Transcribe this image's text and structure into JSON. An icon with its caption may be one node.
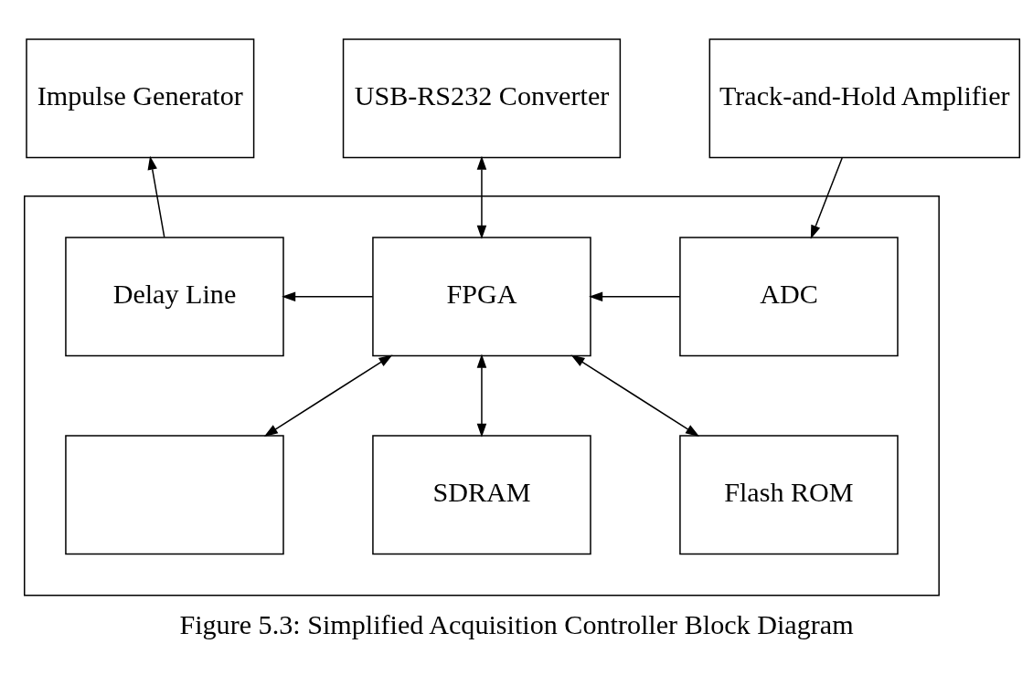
{
  "diagram": {
    "caption": "Figure 5.3: Simplified Acquisition Controller Block Diagram",
    "nodes": [
      {
        "text": [
          "Impulse Generator"
        ]
      },
      {
        "text": [
          "USB-RS232 Converter"
        ]
      },
      {
        "text": [
          "Track-and-Hold Amplifier"
        ]
      },
      {
        "text": [],
        "shape": "box"
      },
      {
        "text": [
          "Delay Line"
        ],
        "in": 3
      },
      {
        "text": [
          "FPGA"
        ],
        "in": 3
      },
      {
        "text": [
          "ADC"
        ],
        "in": 3
      },
      {
        "text": [],
        "shape": "box",
        "in": 3
      },
      {
        "text": [
          "SDRAM"
        ],
        "in": 3
      },
      {
        "text": [
          "Flash ROM"
        ],
        "in": 3
      }
    ],
    "edges": [
      {
        "from": 4,
        "to": 0,
        "arrow": "to"
      },
      {
        "from": 5,
        "to": 1,
        "arrow": "both"
      },
      {
        "from": 2,
        "to": 6,
        "arrow": "to"
      },
      {
        "from": 5,
        "to": 4,
        "arrow": "to"
      },
      {
        "from": 6,
        "to": 5,
        "arrow": "to"
      },
      {
        "from": 5,
        "to": 7,
        "arrow": "both"
      },
      {
        "from": 5,
        "to": 8,
        "arrow": "both"
      },
      {
        "from": 5,
        "to": 9,
        "arrow": "both"
      }
    ]
  }
}
